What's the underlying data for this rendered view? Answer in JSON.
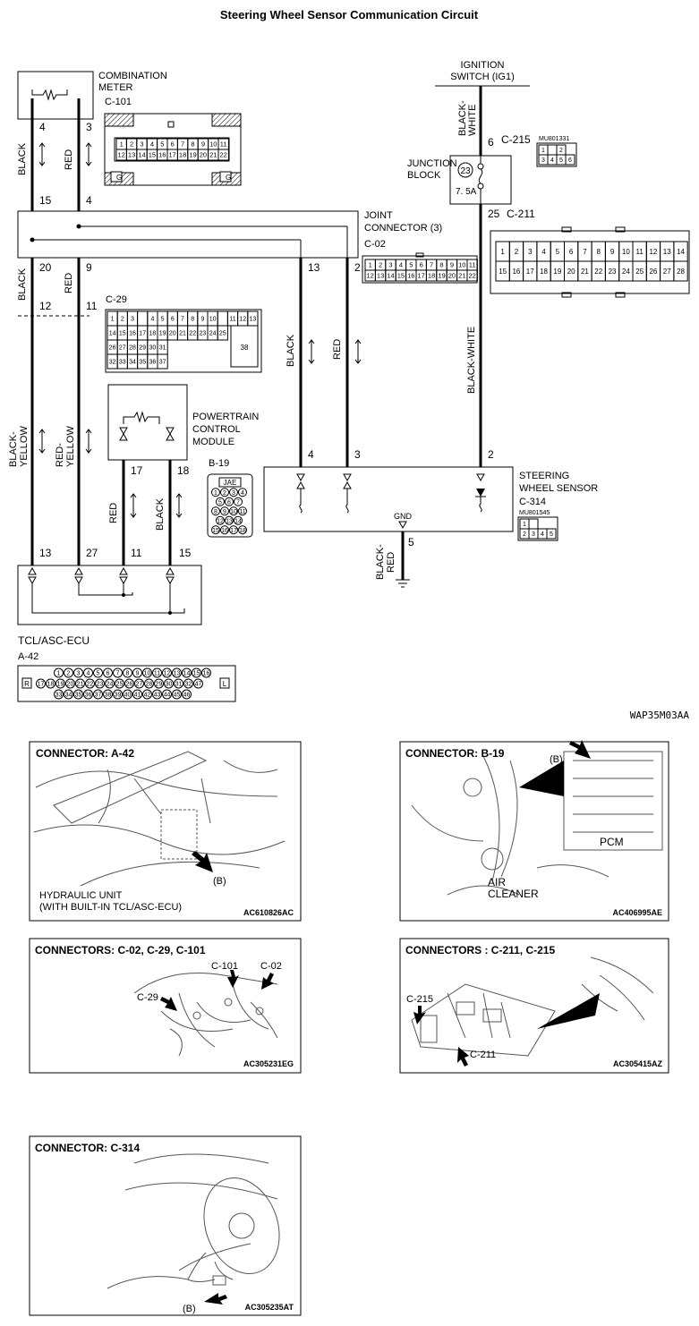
{
  "title": "Steering Wheel Sensor Communication Circuit",
  "figure_code": "WAP35M03AA",
  "components": {
    "combination_meter": {
      "name_l1": "COMBINATION",
      "name_l2": "METER",
      "connector": "C-101"
    },
    "ignition_switch": {
      "name_l1": "IGNITION",
      "name_l2": "SWITCH (IG1)"
    },
    "junction_block": {
      "name_l1": "JUNCTION",
      "name_l2": "BLOCK",
      "fuse_no": "23",
      "fuse_amp": "7. 5A",
      "conn_top": "C-215",
      "conn_bottom": "C-211",
      "part_no": "MU801331"
    },
    "joint_connector": {
      "name_l1": "JOINT",
      "name_l2": "CONNECTOR (3)",
      "connector": "C-02"
    },
    "c29": {
      "connector": "C-29"
    },
    "pcm": {
      "name_l1": "POWERTRAIN",
      "name_l2": "CONTROL",
      "name_l3": "MODULE",
      "connector": "B-19",
      "jae": "JAE"
    },
    "steering_sensor": {
      "name_l1": "STEERING",
      "name_l2": "WHEEL SENSOR",
      "connector": "C-314",
      "part_no": "MU801545",
      "gnd": "GND"
    },
    "tcl": {
      "name": "TCL/ASC-ECU",
      "connector": "A-42",
      "r": "R",
      "l": "L"
    }
  },
  "wires": {
    "black": "BLACK",
    "red": "RED",
    "black_white_l1": "BLACK-",
    "black_white_l2": "WHITE",
    "black_white": "BLACK-WHITE",
    "black_yellow_l1": "BLACK-",
    "black_yellow_l2": "YELLOW",
    "red_yellow_l1": "RED-",
    "red_yellow_l2": "YELLOW",
    "black_red_l1": "BLACK-",
    "black_red_l2": "RED"
  },
  "pins": {
    "m4": "4",
    "m3": "3",
    "j15": "15",
    "j4": "4",
    "j20": "20",
    "j9": "9",
    "c12": "12",
    "c11": "11",
    "t13": "13",
    "t27": "27",
    "t11": "11",
    "t15": "15",
    "p17": "17",
    "p18": "18",
    "jb6": "6",
    "jb25": "25",
    "jc13": "13",
    "jc2": "2",
    "s4": "4",
    "s3": "3",
    "s2": "2",
    "s5": "5"
  },
  "c101_rows": [
    [
      "1",
      "2",
      "3",
      "4",
      "5",
      "6",
      "7",
      "8",
      "9",
      "10",
      "11"
    ],
    [
      "12",
      "13",
      "14",
      "15",
      "16",
      "17",
      "18",
      "19",
      "20",
      "21",
      "22"
    ]
  ],
  "c101_g": "G",
  "c02_rows": [
    [
      "1",
      "2",
      "3",
      "4",
      "5",
      "6",
      "7",
      "8",
      "9",
      "10",
      "11"
    ],
    [
      "12",
      "13",
      "14",
      "15",
      "16",
      "17",
      "18",
      "19",
      "20",
      "21",
      "22"
    ]
  ],
  "c211_rows": [
    [
      "1",
      "2",
      "3",
      "4",
      "5",
      "6",
      "7",
      "8",
      "9",
      "10",
      "11",
      "12",
      "13",
      "14"
    ],
    [
      "15",
      "16",
      "17",
      "18",
      "19",
      "20",
      "21",
      "22",
      "23",
      "24",
      "25",
      "26",
      "27",
      "28"
    ]
  ],
  "c215_rows": [
    [
      "1",
      "",
      "2"
    ],
    [
      "3",
      "4",
      "5",
      "6"
    ]
  ],
  "c29_rows": [
    [
      "1",
      "2",
      "3",
      "",
      "4",
      "5",
      "6",
      "7",
      "8",
      "9",
      "10",
      "",
      "11",
      "12",
      "13"
    ],
    [
      "14",
      "15",
      "16",
      "17",
      "18",
      "19",
      "20",
      "21",
      "22",
      "23",
      "24",
      "25"
    ],
    [
      "26",
      "27",
      "28",
      "29",
      "30",
      "31"
    ],
    [
      "32",
      "33",
      "34",
      "35",
      "36",
      "37"
    ]
  ],
  "c29_big": "38",
  "b19_rows": [
    [
      "1",
      "2",
      "3",
      "4"
    ],
    [
      "5",
      "6",
      "7"
    ],
    [
      "8",
      "9",
      "10",
      "11"
    ],
    [
      "12",
      "13",
      "14"
    ],
    [
      "15",
      "16",
      "17",
      "18"
    ]
  ],
  "c314_rows": [
    [
      "1",
      ""
    ],
    [
      "2",
      "3",
      "4",
      "5"
    ]
  ],
  "a42_rows": [
    [
      "1",
      "2",
      "3",
      "4",
      "5",
      "6",
      "7",
      "8",
      "9",
      "10",
      "11",
      "12",
      "13",
      "14",
      "15",
      "16"
    ],
    [
      "17",
      "18",
      "19",
      "20",
      "21",
      "22",
      "23",
      "24",
      "25",
      "26",
      "27",
      "28",
      "29",
      "30",
      "31",
      "32",
      "47"
    ],
    [
      "33",
      "34",
      "35",
      "36",
      "37",
      "38",
      "39",
      "40",
      "41",
      "42",
      "43",
      "44",
      "45",
      "46"
    ]
  ],
  "photos": [
    {
      "title": "CONNECTOR: A-42",
      "code": "AC610826AC",
      "label_l1": "HYDRAULIC UNIT",
      "label_l2": "(WITH BUILT-IN TCL/ASC-ECU)",
      "callout": "(B)"
    },
    {
      "title": "CONNECTOR: B-19",
      "code": "AC406995AE",
      "callout": "(B)",
      "pcm": "PCM",
      "air_l1": "AIR",
      "air_l2": "CLEANER"
    },
    {
      "title": "CONNECTORS: C-02, C-29, C-101",
      "code": "AC305231EG",
      "c101": "C-101",
      "c02": "C-02",
      "c29": "C-29"
    },
    {
      "title": "CONNECTORS : C-211, C-215",
      "code": "AC305415AZ",
      "c215": "C-215",
      "c211": "C-211"
    },
    {
      "title": "CONNECTOR: C-314",
      "code": "AC305235AT",
      "callout": "(B)"
    }
  ]
}
